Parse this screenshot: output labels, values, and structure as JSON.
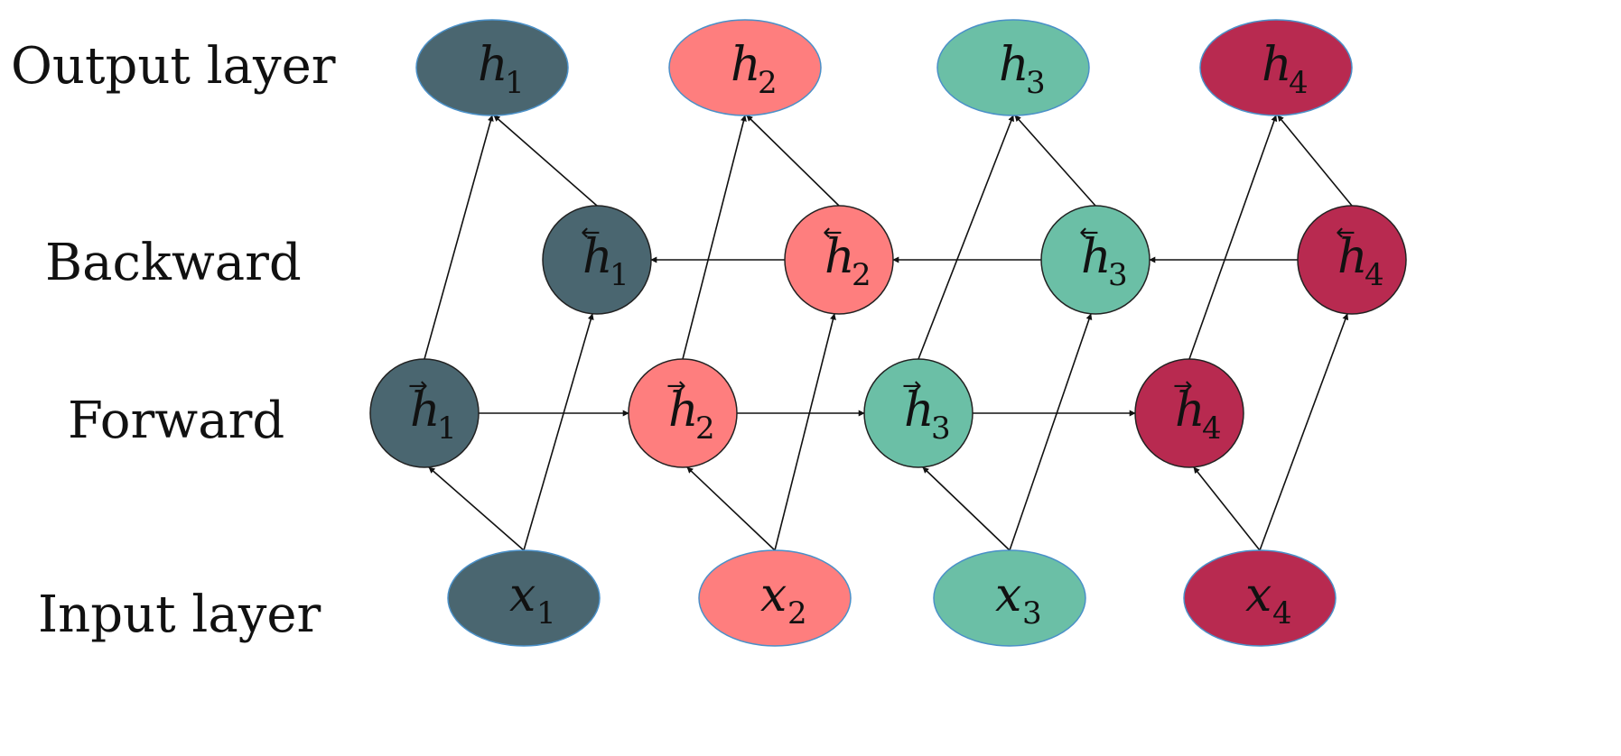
{
  "rows": {
    "output": "Output layer",
    "backward": "Backward",
    "forward": "Forward",
    "input": "Input layer"
  },
  "colors": [
    "#4a6670",
    "#fe7e7e",
    "#6bbfa6",
    "#b82a50"
  ],
  "nodes": {
    "output": [
      {
        "var": "h",
        "sub": "1"
      },
      {
        "var": "h",
        "sub": "2"
      },
      {
        "var": "h",
        "sub": "3"
      },
      {
        "var": "h",
        "sub": "4"
      }
    ],
    "backward": [
      {
        "var": "h",
        "sub": "1",
        "arrow": "←"
      },
      {
        "var": "h",
        "sub": "2",
        "arrow": "←"
      },
      {
        "var": "h",
        "sub": "3",
        "arrow": "←"
      },
      {
        "var": "h",
        "sub": "4",
        "arrow": "←"
      }
    ],
    "forward": [
      {
        "var": "h",
        "sub": "1",
        "arrow": "→"
      },
      {
        "var": "h",
        "sub": "2",
        "arrow": "→"
      },
      {
        "var": "h",
        "sub": "3",
        "arrow": "→"
      },
      {
        "var": "h",
        "sub": "4",
        "arrow": "→"
      }
    ],
    "input": [
      {
        "var": "x",
        "sub": "1"
      },
      {
        "var": "x",
        "sub": "2"
      },
      {
        "var": "x",
        "sub": "3"
      },
      {
        "var": "x",
        "sub": "4"
      }
    ]
  }
}
